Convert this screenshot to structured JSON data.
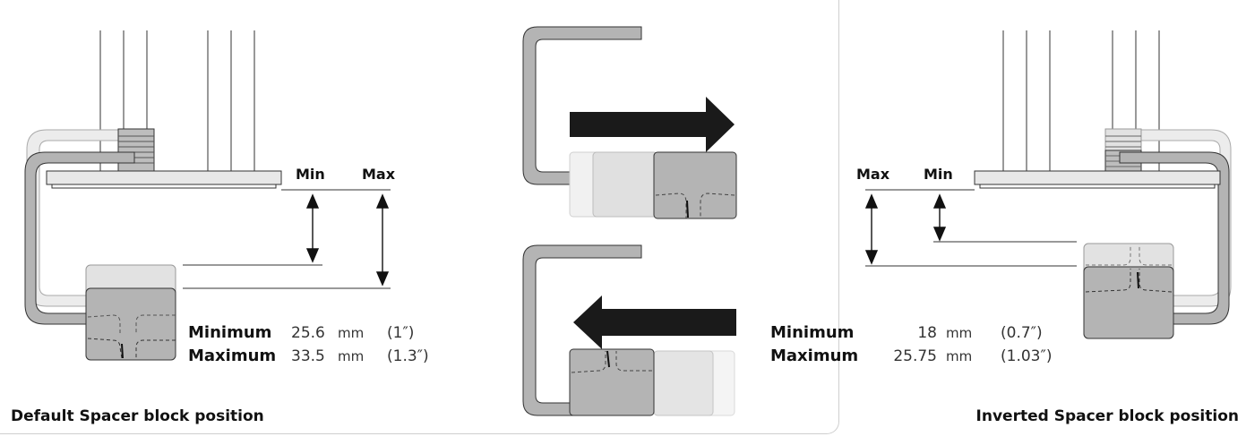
{
  "default": {
    "caption": "Default Spacer block position",
    "min_label": "Min",
    "max_label": "Max",
    "minimum": {
      "label": "Minimum",
      "value": "25.6",
      "unit": "mm",
      "imperial": "(1″)"
    },
    "maximum": {
      "label": "Maximum",
      "value": "33.5",
      "unit": "mm",
      "imperial": "(1.3″)"
    }
  },
  "inverted": {
    "caption": "Inverted Spacer block position",
    "min_label": "Min",
    "max_label": "Max",
    "minimum": {
      "label": "Minimum",
      "value": "18",
      "unit": "mm",
      "imperial": "(0.7″)"
    },
    "maximum": {
      "label": "Maximum",
      "value": "25.75",
      "unit": "mm",
      "imperial": "(1.03″)"
    }
  },
  "colors": {
    "outline": "#333333",
    "dark_fill": "#b4b4b4",
    "light_fill": "#e2e2e2",
    "ghost_fill": "#efefef",
    "arrow": "#1a1a1a",
    "frame": "#cfcfcf"
  },
  "icons": {
    "top_arrow": "arrow-right-icon",
    "bottom_arrow": "arrow-left-icon"
  }
}
